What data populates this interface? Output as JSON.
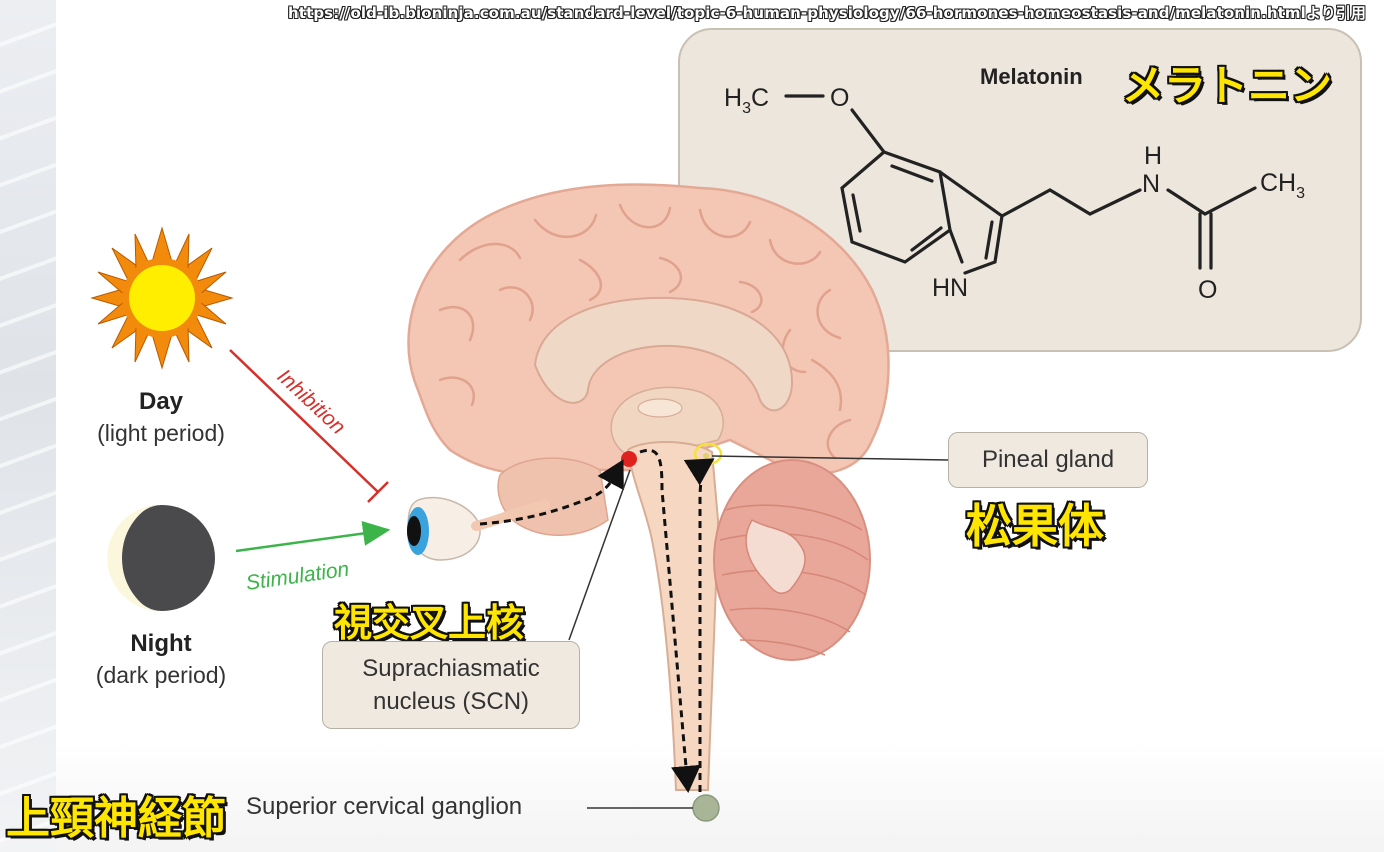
{
  "source_citation": "https://old-ib.bioninja.com.au/standard-level/topic-6-human-physiology/66-hormones-homeostasis-and/melatonin.htmlより引用",
  "melatonin": {
    "title_en": "Melatonin",
    "title_jp": "メラトニン",
    "atoms": {
      "h3c": "H",
      "h3c_sub": "3",
      "h3c_c": "C",
      "o_methoxy": "O",
      "nh_h": "H",
      "nh_n": "N",
      "ch3": "CH",
      "ch3_sub": "3",
      "hn": "HN",
      "o_carbonyl": "O"
    }
  },
  "day": {
    "title": "Day",
    "subtitle": "(light period)"
  },
  "night": {
    "title": "Night",
    "subtitle": "(dark period)"
  },
  "arrows": {
    "inhibition": "Inhibition",
    "stimulation": "Stimulation"
  },
  "labels": {
    "pineal_gland": "Pineal gland",
    "scn_line1": "Suprachiasmatic",
    "scn_line2": "nucleus (SCN)",
    "superior_cervical_ganglion": "Superior cervical ganglion"
  },
  "jp_captions": {
    "pineal": "松果体",
    "scn": "視交叉上核",
    "ganglion": "上頸神経節"
  },
  "colors": {
    "brain": "#f4c6b4",
    "brain_outline": "#e3a995",
    "brainstem": "#f6d8c2",
    "cerebellum": "#e9a79a",
    "scn_red": "#e0221f",
    "pineal_yellow": "#f4e13a",
    "inhibition_red": "#d6302b",
    "stimulation_green": "#3cb44a",
    "sun_yellow": "#ffee00",
    "sun_orange": "#f28a0b",
    "caption_yellow": "#ffe600"
  }
}
